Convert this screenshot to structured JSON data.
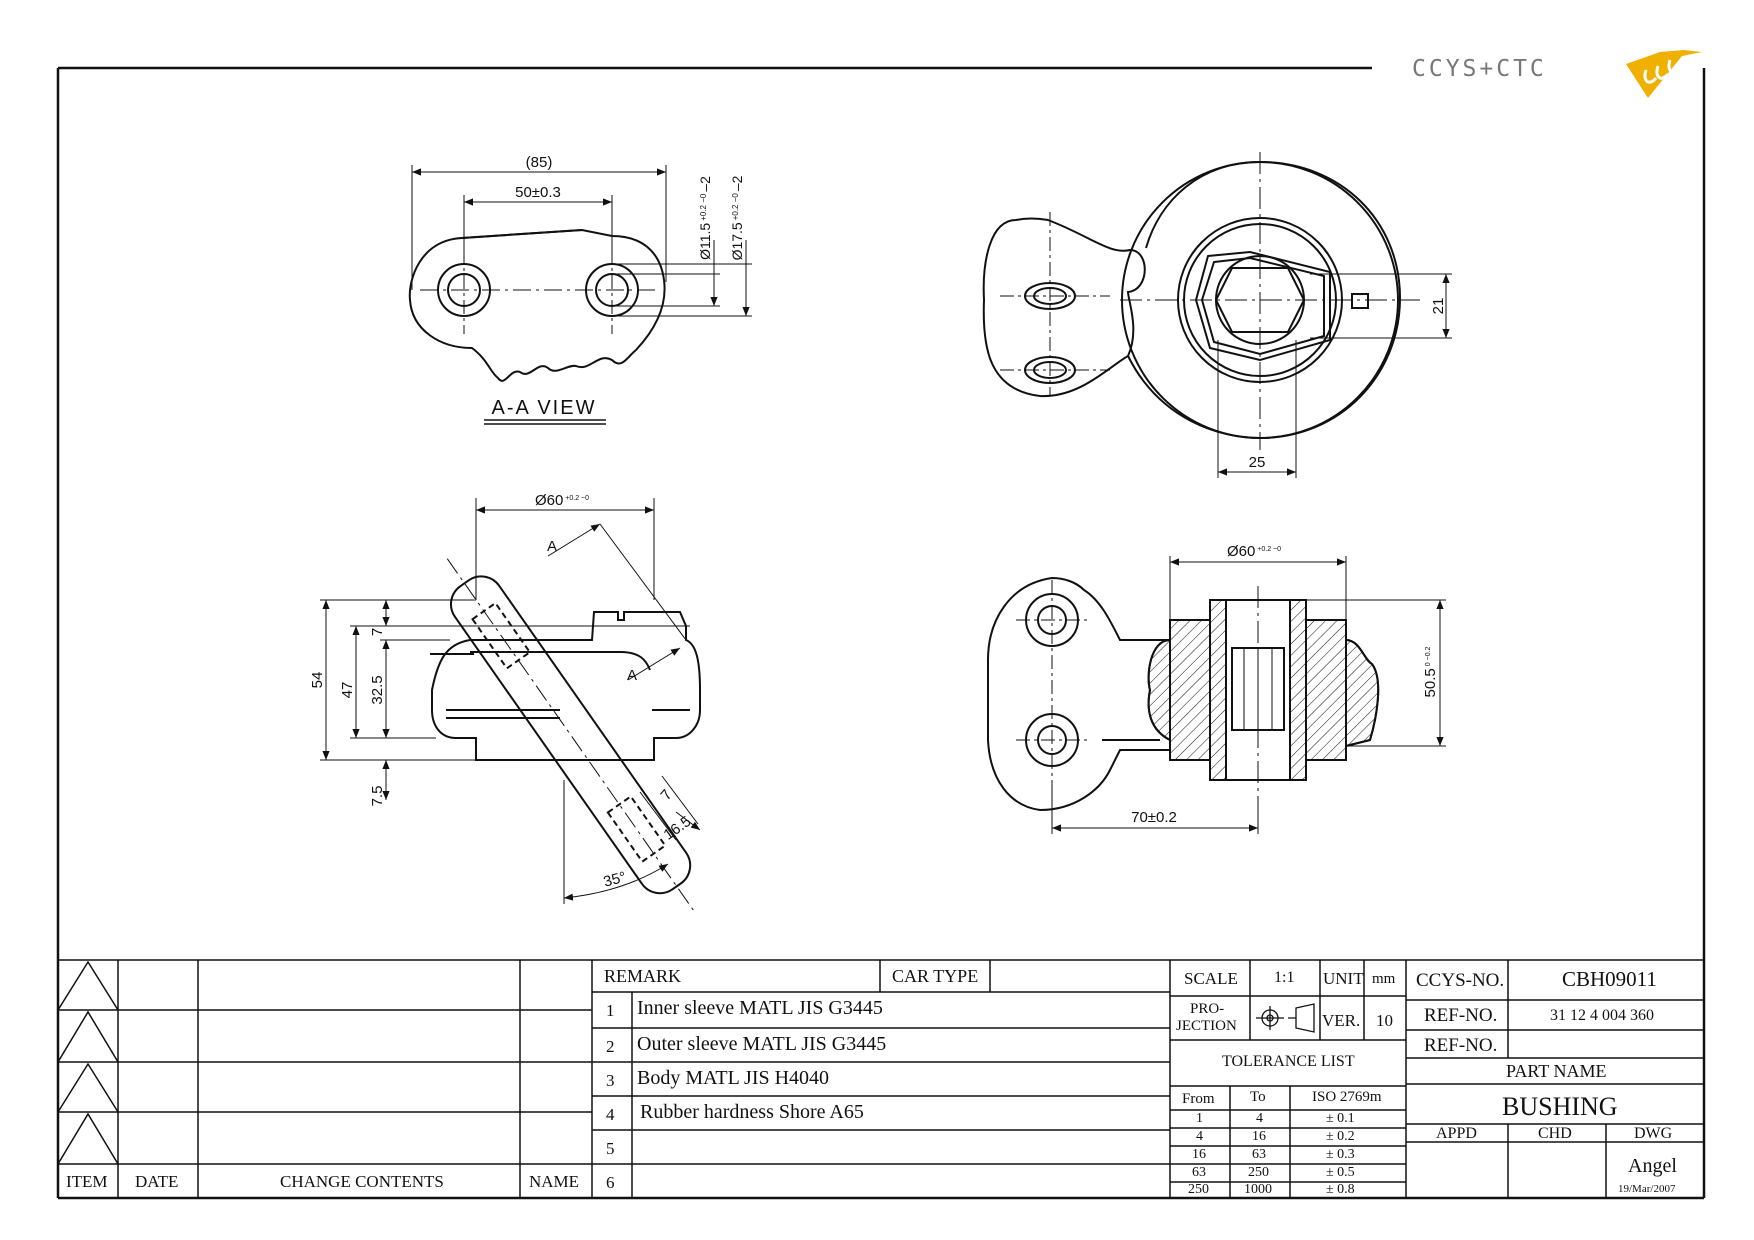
{
  "logo": {
    "text": "CCYS+CTC",
    "color_main": "#777777",
    "color_accent": "#f0b000"
  },
  "views": {
    "aa_view": {
      "label": "A-A VIEW",
      "dim_85": "(85)",
      "dim_50": "50±0.3",
      "dim_d115": "Ø11.5",
      "dim_d115_tol": "+0.2 −0",
      "dim_d115_suffix": "–2",
      "dim_d175": "Ø17.5",
      "dim_d175_tol": "+0.2 −0",
      "dim_d175_suffix": "–2"
    },
    "front_view": {
      "dim_21": "21",
      "dim_25": "25"
    },
    "side_view": {
      "dim_d60": "Ø60",
      "dim_d60_tol": "+0.2 −0",
      "section_mark": "A",
      "dim_54": "54",
      "dim_47": "47",
      "dim_325": "32.5",
      "dim_7_top": "7",
      "dim_75": "7.5",
      "dim_7_bottom": "7",
      "dim_165": "16.5",
      "dim_35": "35°"
    },
    "section_view": {
      "dim_d60": "Ø60",
      "dim_d60_tol": "+0.2 −0",
      "dim_505": "50.5",
      "dim_505_tol": "0 −0.2",
      "dim_70": "70±0.2"
    }
  },
  "revision": {
    "headers": [
      "ITEM",
      "DATE",
      "CHANGE CONTENTS",
      "NAME"
    ]
  },
  "remarks": {
    "header": "REMARK",
    "car_type_label": "CAR TYPE",
    "rows": [
      {
        "no": "1",
        "text": "Inner sleeve MATL JIS G3445"
      },
      {
        "no": "2",
        "text": "Outer sleeve MATL JIS G3445"
      },
      {
        "no": "3",
        "text": "Body MATL JIS H4040"
      },
      {
        "no": "4",
        "text": "Rubber hardness Shore A65"
      },
      {
        "no": "5",
        "text": ""
      },
      {
        "no": "6",
        "text": ""
      }
    ]
  },
  "title_block": {
    "scale_label": "SCALE",
    "scale": "1:1",
    "unit_label": "UNIT",
    "unit": "mm",
    "projection_label_1": "PRO-",
    "projection_label_2": "JECTION",
    "ver_label": "VER.",
    "ver": "10",
    "tolerance_title": "TOLERANCE LIST",
    "tolerance_headers": [
      "From",
      "To",
      "ISO 2769m"
    ],
    "tolerance_rows": [
      {
        "from": "1",
        "to": "4",
        "tol": "± 0.1"
      },
      {
        "from": "4",
        "to": "16",
        "tol": "± 0.2"
      },
      {
        "from": "16",
        "to": "63",
        "tol": "± 0.3"
      },
      {
        "from": "63",
        "to": "250",
        "tol": "± 0.5"
      },
      {
        "from": "250",
        "to": "1000",
        "tol": "± 0.8"
      }
    ],
    "ccys_no_label": "CCYS-NO.",
    "ccys_no": "CBH09011",
    "ref_no_label_1": "REF-NO.",
    "ref_no_1": "31 12 4 004 360",
    "ref_no_label_2": "REF-NO.",
    "ref_no_2": "",
    "part_name_label": "PART NAME",
    "part_name": "BUSHING",
    "appd_label": "APPD",
    "chd_label": "CHD",
    "dwg_label": "DWG",
    "dwg_name": "Angel",
    "dwg_date": "19/Mar/2007"
  }
}
